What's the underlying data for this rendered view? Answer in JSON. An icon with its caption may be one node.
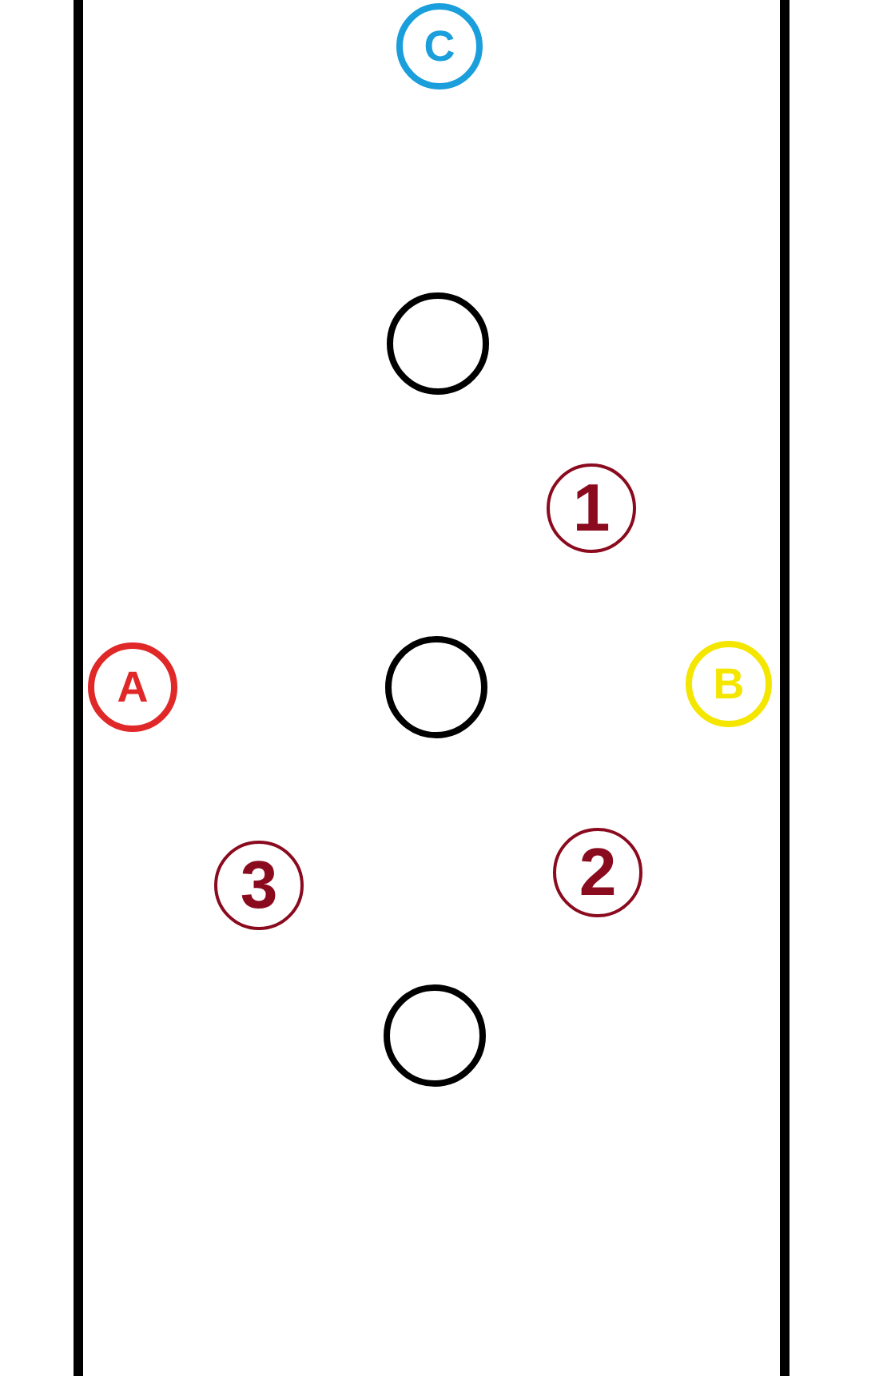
{
  "diagram": {
    "nodes": [
      {
        "text": [
          "C"
        ]
      },
      {
        "text": [],
        "shape": "circle"
      },
      {
        "text": [
          "1"
        ]
      },
      {
        "text": [
          "A"
        ]
      },
      {
        "text": [],
        "shape": "circle"
      },
      {
        "text": [
          "B"
        ]
      },
      {
        "text": [
          "3"
        ]
      },
      {
        "text": [
          "2"
        ]
      },
      {
        "text": [],
        "shape": "circle"
      }
    ]
  }
}
